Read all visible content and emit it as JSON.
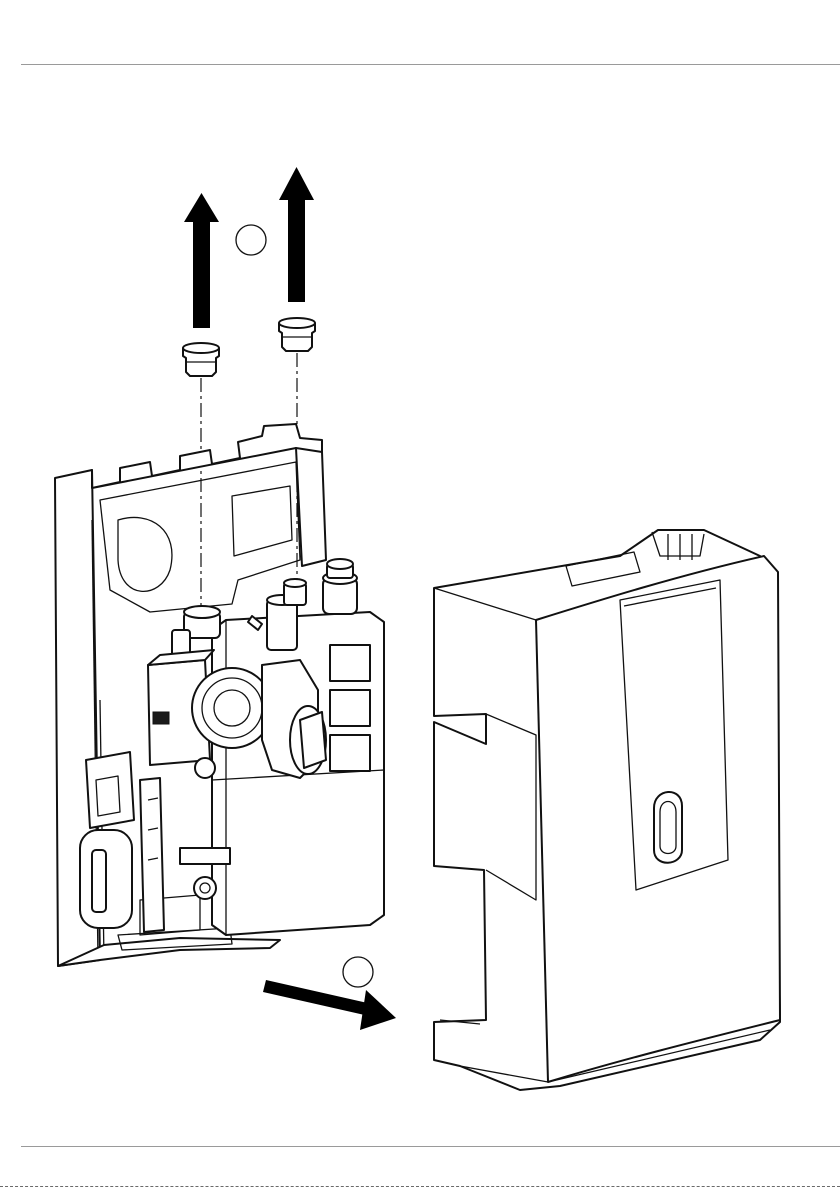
{
  "figure": {
    "step_markers": [
      {
        "id": "1",
        "label": ""
      },
      {
        "id": "2",
        "label": ""
      }
    ],
    "parts": [
      "insulation-shell-rear",
      "insulation-cover-front",
      "pipe-caps",
      "pump",
      "valves"
    ],
    "colors": {
      "line": "#111111",
      "arrow": "#000000",
      "rule": "#9a9a9a",
      "background": "#ffffff"
    }
  }
}
